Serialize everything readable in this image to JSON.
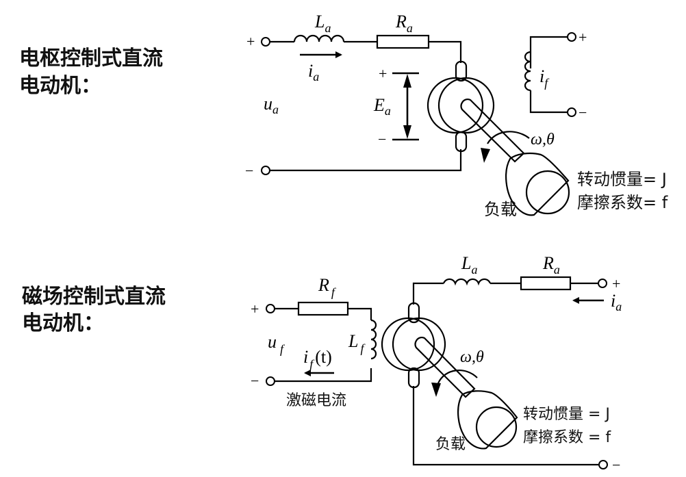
{
  "diagrams": [
    {
      "title_line1": "电枢控制式直流",
      "title_line2": "电动机：",
      "labels": {
        "inductor": "L",
        "inductor_sub": "a",
        "resistor": "R",
        "resistor_sub": "a",
        "current": "i",
        "current_sub": "a",
        "voltage": "u",
        "voltage_sub": "a",
        "emf": "E",
        "emf_sub": "a",
        "field_current": "i",
        "field_current_sub": "f",
        "rotation": "ω,θ",
        "load": "负载",
        "inertia": "转动惯量= J",
        "friction": "摩擦系数= f",
        "plus": "+",
        "minus": "−"
      }
    },
    {
      "title_line1": "磁场控制式直流",
      "title_line2": "电动机：",
      "labels": {
        "resistor": "R",
        "resistor_sub": "f",
        "inductor": "L",
        "inductor_sub": "f",
        "voltage": "u",
        "voltage_sub": "f",
        "current": "i",
        "current_sub": "f",
        "current_arg": "(t)",
        "excitation": "激磁电流",
        "arm_inductor": "L",
        "arm_inductor_sub": "a",
        "arm_resistor": "R",
        "arm_resistor_sub": "a",
        "arm_current": "i",
        "arm_current_sub": "a",
        "rotation": "ω,θ",
        "load": "负载",
        "inertia": "转动惯量 = J",
        "friction": "摩擦系数 = f",
        "plus": "+",
        "minus": "−"
      }
    }
  ]
}
